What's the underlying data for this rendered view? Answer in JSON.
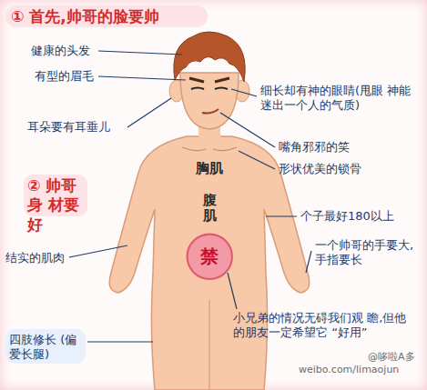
{
  "diagram": {
    "nodes": [
      {
        "text": [
          "禁"
        ]
      }
    ],
    "labels": [
      "① 首先,帅哥的脸要帅",
      "健康的头发",
      "有型的眉毛",
      "耳朵要有耳垂儿",
      "细长却有神的眼睛(甩眼 神能迷出一个人的气质)",
      "嘴角邪邪的笑",
      "形状优美的锁骨",
      "② 帅哥身 材要好",
      "胸肌",
      "腹肌",
      "个子最好180以上",
      "一个帅哥的手要大, 手指要长",
      "结实的肌肉",
      "小兄弟的情况无碍我们观 瞻,但他的朋友一定希望它 “好用”",
      "四肢修长 (偏爱长腿)",
      "weibo.com/limaojun",
      "@哆啦A多"
    ]
  }
}
